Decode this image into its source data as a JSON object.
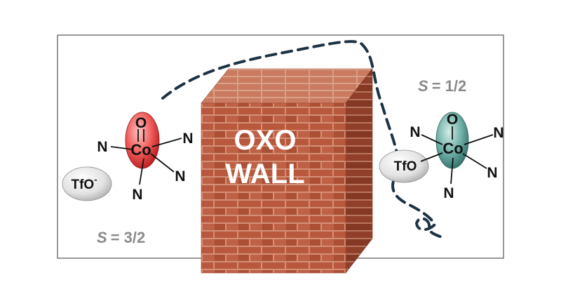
{
  "left_complex": {
    "metal": "Co",
    "oxo": "O",
    "ligands": [
      "N",
      "N",
      "N",
      "N"
    ],
    "anion": "TfO",
    "anion_charge": "-",
    "spin_symbol": "S",
    "spin_value": "= 3/2",
    "oval_color": "#e8504f"
  },
  "wall": {
    "line1": "OXO",
    "line2": "WALL",
    "brick_color": "#b5563b",
    "mortar_color": "#d9917a"
  },
  "right_complex": {
    "metal": "Co",
    "oxo": "O",
    "ligands": [
      "N",
      "N",
      "N",
      "N"
    ],
    "anion": "TfO",
    "spin_symbol": "S",
    "spin_value": "= 1/2",
    "oval_color": "#5a9e95"
  },
  "colors": {
    "dashed_path": "#1c3344",
    "frame": "#555555",
    "spin_label": "#8a8a8a"
  }
}
